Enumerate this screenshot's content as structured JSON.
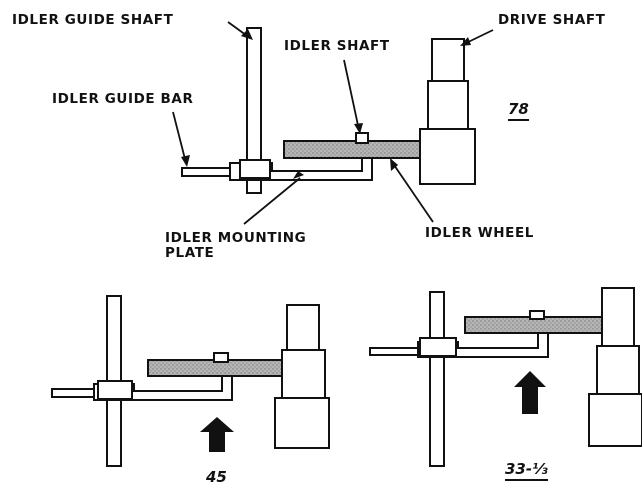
{
  "labels": {
    "idler_guide_shaft": "IDLER GUIDE SHAFT",
    "drive_shaft": "DRIVE SHAFT",
    "idler_shaft": "IDLER SHAFT",
    "idler_guide_bar": "IDLER GUIDE BAR",
    "idler_mounting_plate_line1": "IDLER MOUNTING",
    "idler_mounting_plate_line2": "PLATE",
    "idler_wheel": "IDLER WHEEL"
  },
  "speeds": {
    "speed_78": "78",
    "speed_45": "45",
    "speed_33": "33-⅓"
  },
  "colors": {
    "ink": "#111111",
    "wheel_fill": "#a9a9a9"
  }
}
